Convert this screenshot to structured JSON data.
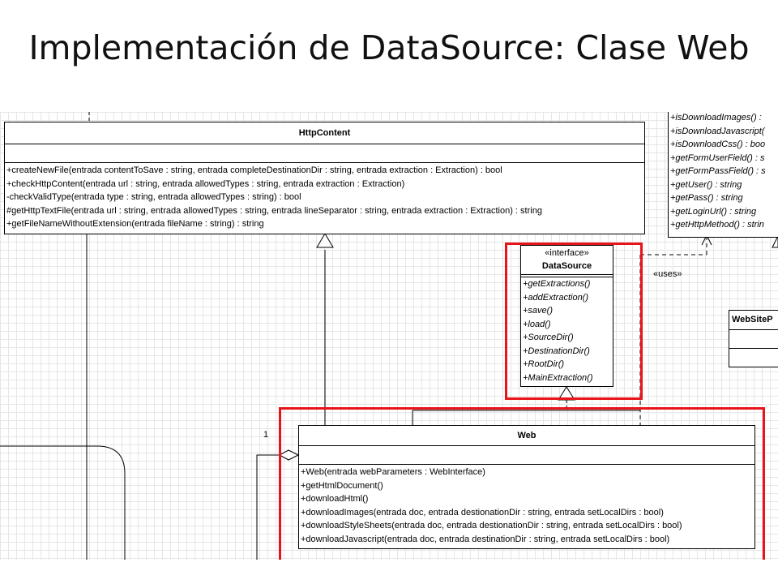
{
  "slide": {
    "title": "Implementación de DataSource: Clase Web"
  },
  "http_content": {
    "name": "HttpContent",
    "operations": [
      "+createNewFile(entrada contentToSave : string, entrada completeDestinationDir : string, entrada extraction : Extraction) : bool",
      "+checkHttpContent(entrada url : string, entrada allowedTypes : string, entrada extraction : Extraction)",
      "-checkValidType(entrada type : string, entrada allowedTypes : string) : bool",
      "#getHttpTextFile(entrada url : string, entrada allowedTypes : string, entrada lineSeparator : string, entrada extraction : Extraction) : string",
      "+getFileNameWithoutExtension(entrada fileName : string) : string"
    ]
  },
  "web_interface_partial": {
    "operations": [
      "+isDownloadImages() : ",
      "+isDownloadJavascript(",
      "+isDownloadCss() : boo",
      "+getFormUserField() : s",
      "+getFormPassField() : s",
      "+getUser() : string",
      "+getPass() : string",
      "+getLoginUrl() : string",
      "+getHttpMethod() : strin"
    ]
  },
  "datasource": {
    "stereotype": "«interface»",
    "name": "DataSource",
    "operations": [
      "+getExtractions()",
      "+addExtraction()",
      "+save()",
      "+load()",
      "+SourceDir()",
      "+DestinationDir()",
      "+RootDir()",
      "+MainExtraction()"
    ]
  },
  "uses_label": "«uses»",
  "website_partial": {
    "name": "WebSiteP"
  },
  "web": {
    "name": "Web",
    "multiplicity": "1",
    "operations": [
      "+Web(entrada webParameters : WebInterface)",
      "+getHtmlDocument()",
      "+downloadHtml()",
      "+downloadImages(entrada doc, entrada destionationDir : string, entrada setLocalDirs : bool)",
      "+downloadStyleSheets(entrada doc, entrada destionationDir : string, entrada setLocalDirs : bool)",
      "+downloadJavascript(entrada doc, entrada destinationDir : string, entrada setLocalDirs : bool)"
    ]
  },
  "colors": {
    "highlight": "#e8141a",
    "grid": "#e6e6e6"
  }
}
